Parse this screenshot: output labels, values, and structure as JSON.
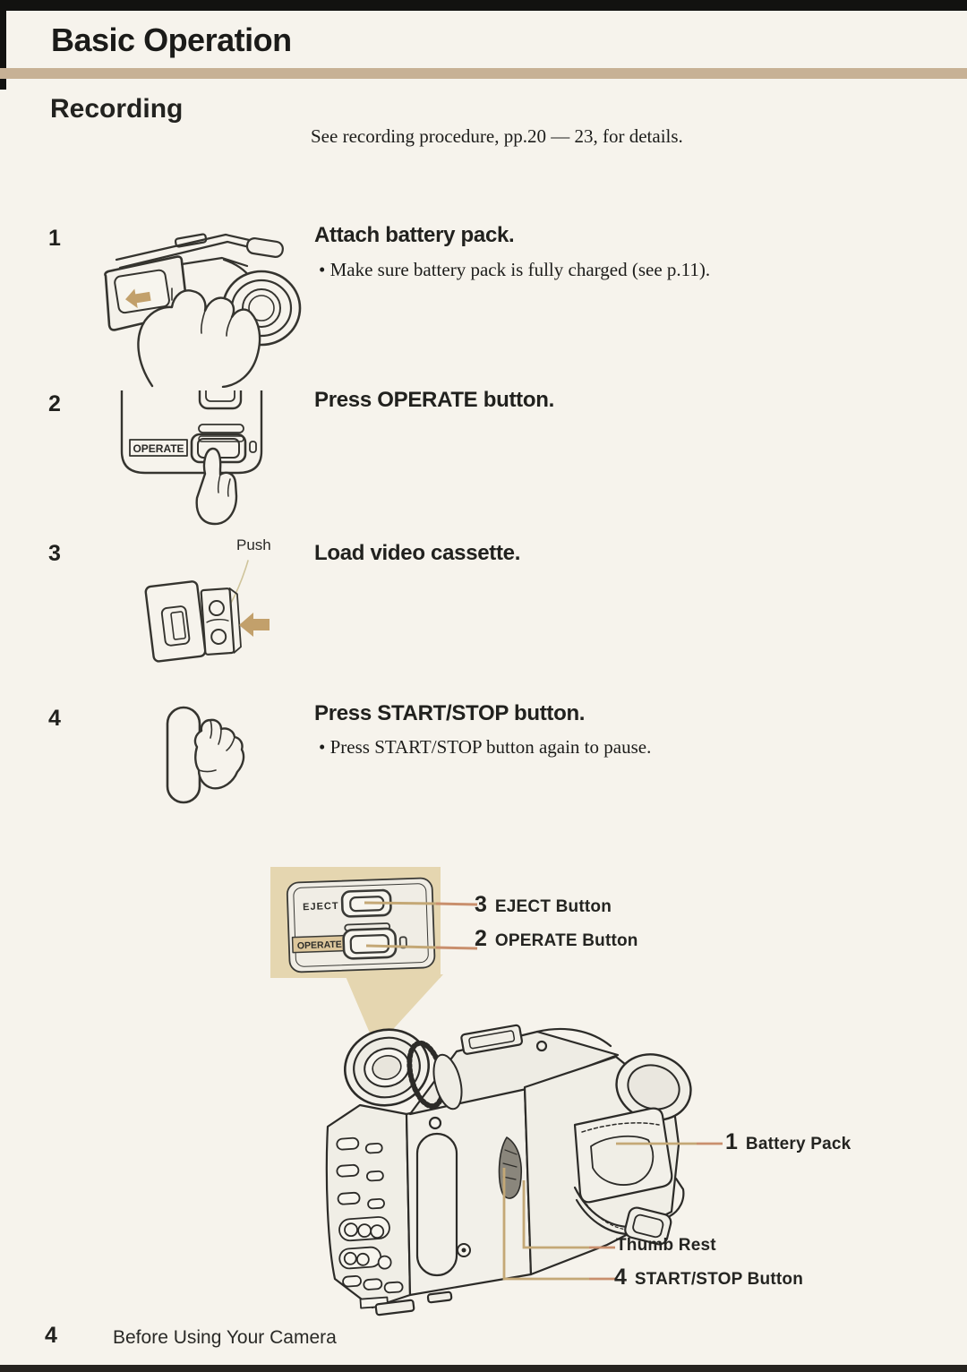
{
  "header": {
    "title": "Basic Operation"
  },
  "section": {
    "title": "Recording",
    "note": "See recording procedure, pp.20 — 23, for details."
  },
  "steps": [
    {
      "num": "1",
      "heading": "Attach battery pack.",
      "bullet": "• Make sure battery pack is fully charged (see p.11)."
    },
    {
      "num": "2",
      "heading": "Press OPERATE button."
    },
    {
      "num": "3",
      "heading": "Load video cassette.",
      "figure_label": "Push"
    },
    {
      "num": "4",
      "heading": "Press START/STOP button.",
      "bullet": "• Press START/STOP button again to pause."
    }
  ],
  "figure2": {
    "operate_label": "OPERATE"
  },
  "inset": {
    "panel": {
      "eject_label": "EJECT",
      "operate_label": "OPERATE"
    },
    "callouts": [
      {
        "num": "3",
        "label": "EJECT Button"
      },
      {
        "num": "2",
        "label": "OPERATE Button"
      }
    ]
  },
  "camera_callouts": [
    {
      "num": "1",
      "label": "Battery Pack"
    },
    {
      "num": "",
      "label": "Thumb Rest"
    },
    {
      "num": "4",
      "label": "START/STOP Button"
    }
  ],
  "footer": {
    "page_number": "4",
    "chapter": "Before Using Your Camera"
  },
  "colors": {
    "accent_tan": "#c7b195",
    "balloon_tan": "#e5d6b0",
    "callout_line_tan": "#c4a876",
    "callout_line_salmon": "#c98f6d",
    "arrow_tan": "#c2a06b",
    "ink": "#1e1e1c",
    "paper": "#f6f3ec"
  }
}
